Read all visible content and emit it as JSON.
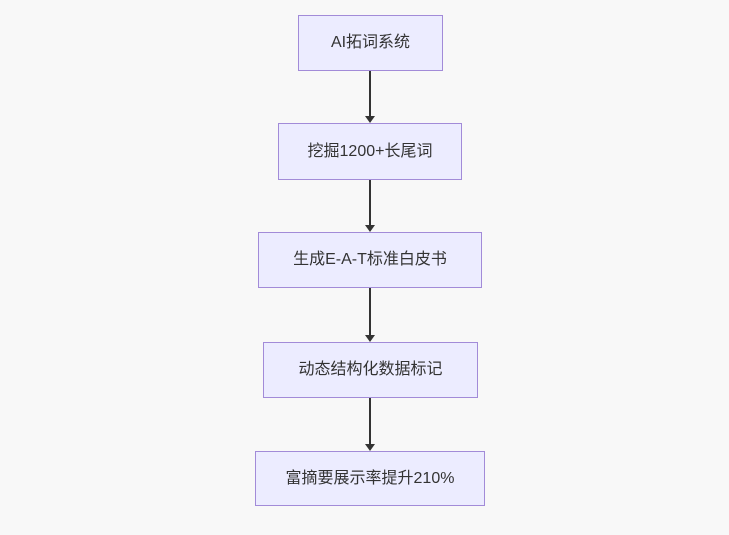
{
  "diagram": {
    "type": "flowchart",
    "direction": "top-down",
    "nodes": [
      {
        "id": "n1",
        "label": "AI拓词系统"
      },
      {
        "id": "n2",
        "label": "挖掘1200+长尾词"
      },
      {
        "id": "n3",
        "label": "生成E-A-T标准白皮书"
      },
      {
        "id": "n4",
        "label": "动态结构化数据标记"
      },
      {
        "id": "n5",
        "label": "富摘要展示率提升210%"
      }
    ],
    "edges": [
      {
        "from": "n1",
        "to": "n2",
        "arrow": "down"
      },
      {
        "from": "n2",
        "to": "n3",
        "arrow": "down"
      },
      {
        "from": "n3",
        "to": "n4",
        "arrow": "down"
      },
      {
        "from": "n4",
        "to": "n5",
        "arrow": "down"
      }
    ],
    "colors": {
      "background": "#f8f8f8",
      "node_fill": "#ececff",
      "node_border": "#a28bd8",
      "arrow": "#333333",
      "text": "#333333"
    }
  }
}
